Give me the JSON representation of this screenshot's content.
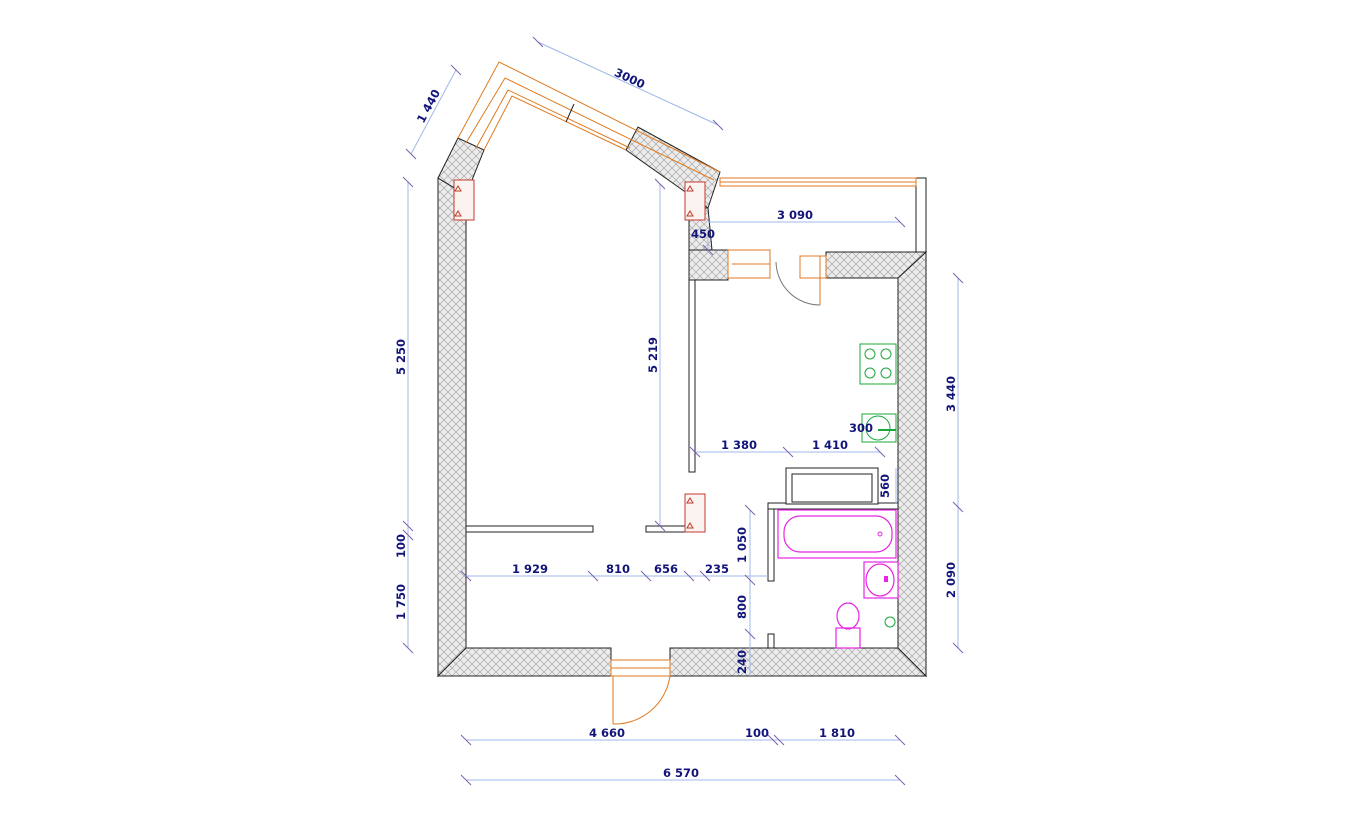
{
  "dimensions": {
    "left_total": "5 250",
    "left_small": "100",
    "left_bottom": "1 750",
    "diag_short": "1 440",
    "diag_long": "3000",
    "inner_height": "5 219",
    "balcony_width": "3 090",
    "balcony_depth": "450",
    "right_upper": "3 440",
    "right_lower": "2 090",
    "kitchen_a": "1 380",
    "kitchen_b": "1 410",
    "sink_300": "300",
    "v560": "560",
    "v1050": "1 050",
    "v800": "800",
    "v240": "240",
    "h1929": "1 929",
    "h810": "810",
    "h656": "656",
    "h235": "235",
    "bottom_4660": "4 660",
    "bottom_100": "100",
    "bottom_1810": "1 810",
    "total_width": "6 570"
  },
  "colors": {
    "dimension_text": "#12147a",
    "dimension_line": "#9fb8e8",
    "window_door": "#e07a1f",
    "column": "#c0392b",
    "kitchen_fixture": "#1aa83a",
    "bath_fixture": "#e524e5"
  }
}
